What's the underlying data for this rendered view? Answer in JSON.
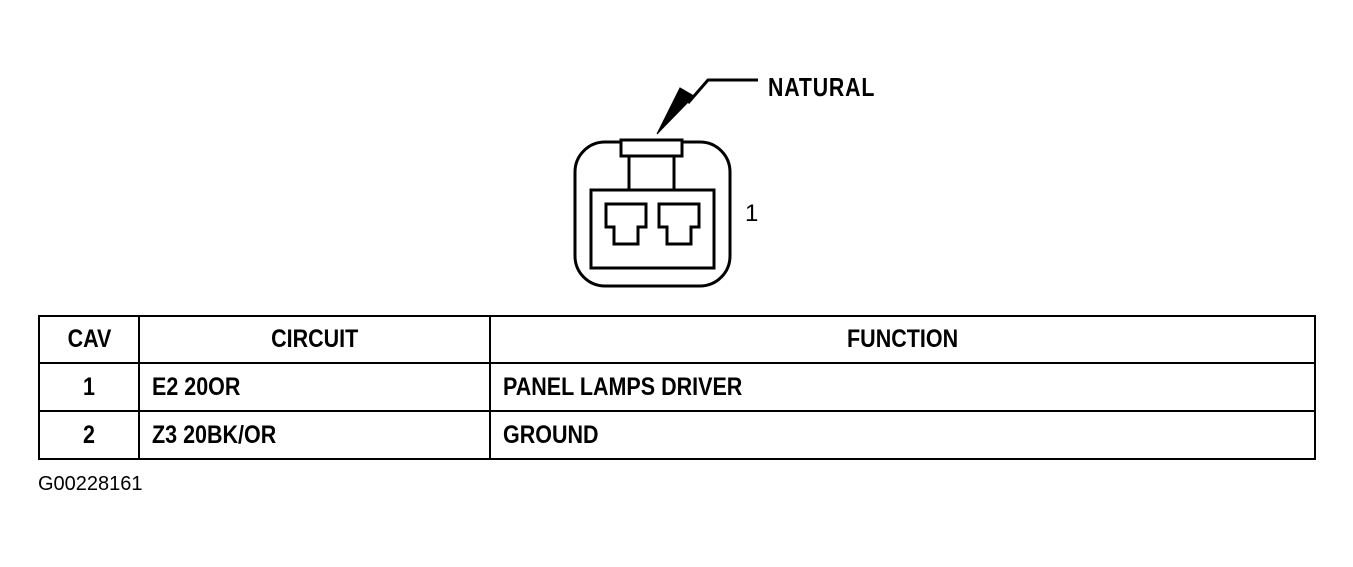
{
  "diagram": {
    "connector_color": "NATURAL",
    "cavity_number": "1"
  },
  "table": {
    "headers": [
      "CAV",
      "CIRCUIT",
      "FUNCTION"
    ],
    "rows": [
      {
        "cav": "1",
        "circuit": "E2 20OR",
        "function": "PANEL LAMPS DRIVER"
      },
      {
        "cav": "2",
        "circuit": "Z3 20BK/OR",
        "function": "GROUND"
      }
    ]
  },
  "figure_id": "G00228161"
}
